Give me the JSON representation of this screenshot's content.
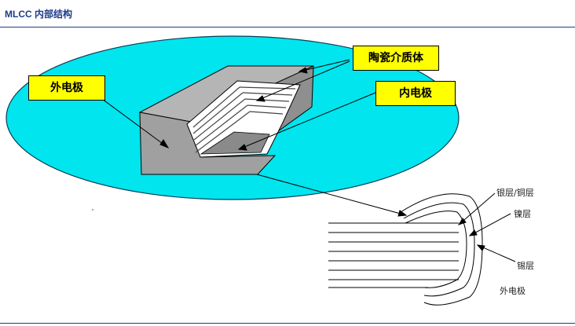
{
  "header": {
    "title": "MLCC 内部结构"
  },
  "labels": {
    "outer_electrode": "外电极",
    "ceramic_dielectric": "陶瓷介质体",
    "inner_electrode": "内电极"
  },
  "layer_labels": {
    "silver_copper": "银层/铜层",
    "nickel": "镍层",
    "tin": "锡层",
    "outer_electrode": "外电极"
  },
  "colors": {
    "accent": "#1f3c88",
    "ellipse": "#00e5ee",
    "label_bg": "#ffff00",
    "body_gray": "#9c9c9c"
  }
}
